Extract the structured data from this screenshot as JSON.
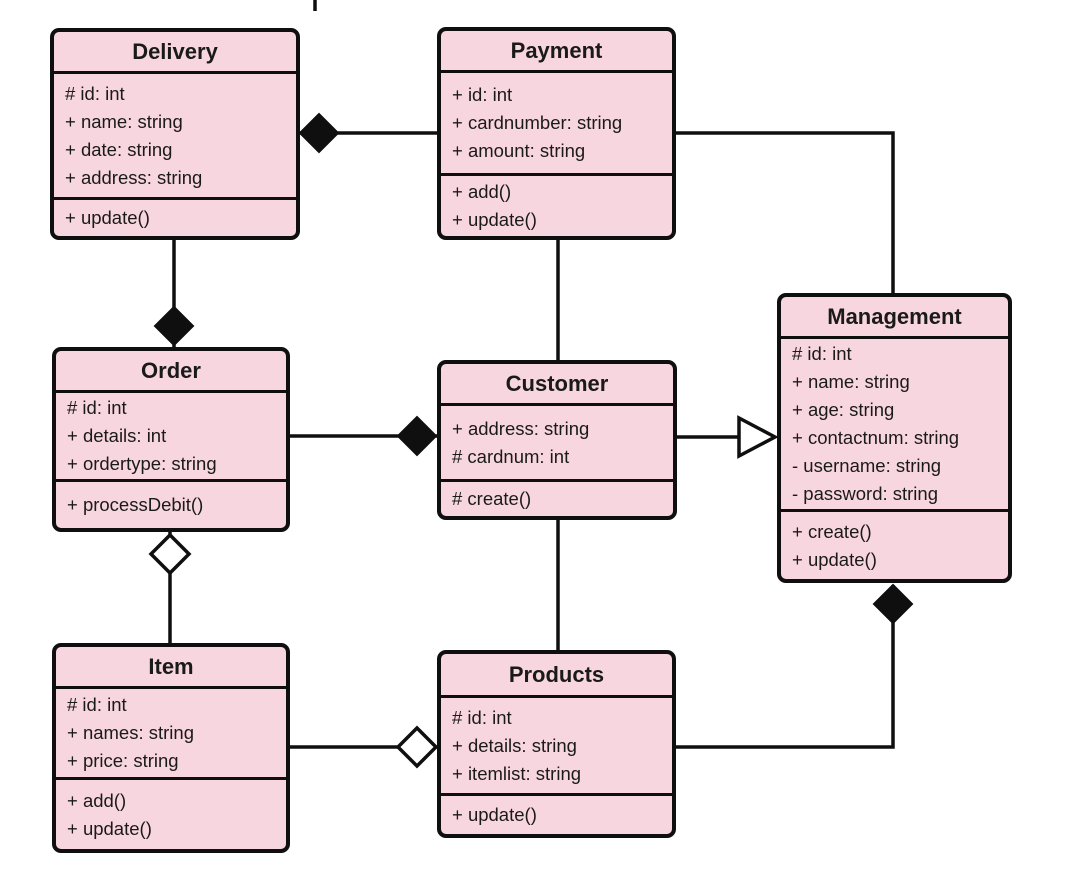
{
  "diagram": {
    "type": "uml-class-diagram",
    "colors": {
      "box_fill": "#f8d6e0",
      "stroke": "#0f0f0f",
      "background": "#ffffff"
    },
    "classes": {
      "delivery": {
        "name": "Delivery",
        "attributes": [
          "# id: int",
          "+ name: string",
          "+ date: string",
          "+ address: string"
        ],
        "methods": [
          "+ update()"
        ]
      },
      "payment": {
        "name": "Payment",
        "attributes": [
          "+ id: int",
          "+ cardnumber: string",
          "+ amount: string"
        ],
        "methods": [
          "+ add()",
          "+ update()"
        ]
      },
      "management": {
        "name": "Management",
        "attributes": [
          "# id: int",
          "+ name: string",
          "+ age: string",
          "+ contactnum: string",
          "- username: string",
          "- password: string"
        ],
        "methods": [
          "+ create()",
          "+ update()"
        ]
      },
      "order": {
        "name": "Order",
        "attributes": [
          "# id: int",
          "+ details: int",
          "+ ordertype: string"
        ],
        "methods": [
          "+ processDebit()"
        ]
      },
      "customer": {
        "name": "Customer",
        "attributes": [
          "+ address: string",
          "# cardnum: int"
        ],
        "methods": [
          "# create()"
        ]
      },
      "item": {
        "name": "Item",
        "attributes": [
          "# id: int",
          "+ names: string",
          "+ price: string"
        ],
        "methods": [
          "+ add()",
          "+ update()"
        ]
      },
      "products": {
        "name": "Products",
        "attributes": [
          "# id: int",
          "+ details: string",
          "+ itemlist: string"
        ],
        "methods": [
          "+ update()"
        ]
      }
    },
    "relationships": [
      {
        "from": "Payment",
        "to": "Delivery",
        "type": "composition",
        "diamond_at": "Delivery"
      },
      {
        "from": "Delivery",
        "to": "Order",
        "type": "composition",
        "diamond_at": "Order"
      },
      {
        "from": "Order",
        "to": "Customer",
        "type": "composition",
        "diamond_at": "Customer"
      },
      {
        "from": "Customer",
        "to": "Management",
        "type": "generalization",
        "arrow_at": "Management"
      },
      {
        "from": "Order",
        "to": "Item",
        "type": "aggregation",
        "diamond_at": "Order"
      },
      {
        "from": "Payment",
        "to": "Customer",
        "type": "association"
      },
      {
        "from": "Customer",
        "to": "Products",
        "type": "association"
      },
      {
        "from": "Item",
        "to": "Products",
        "type": "aggregation",
        "diamond_at": "Products"
      },
      {
        "from": "Products",
        "to": "Management",
        "type": "composition",
        "diamond_at": "Management"
      }
    ]
  }
}
